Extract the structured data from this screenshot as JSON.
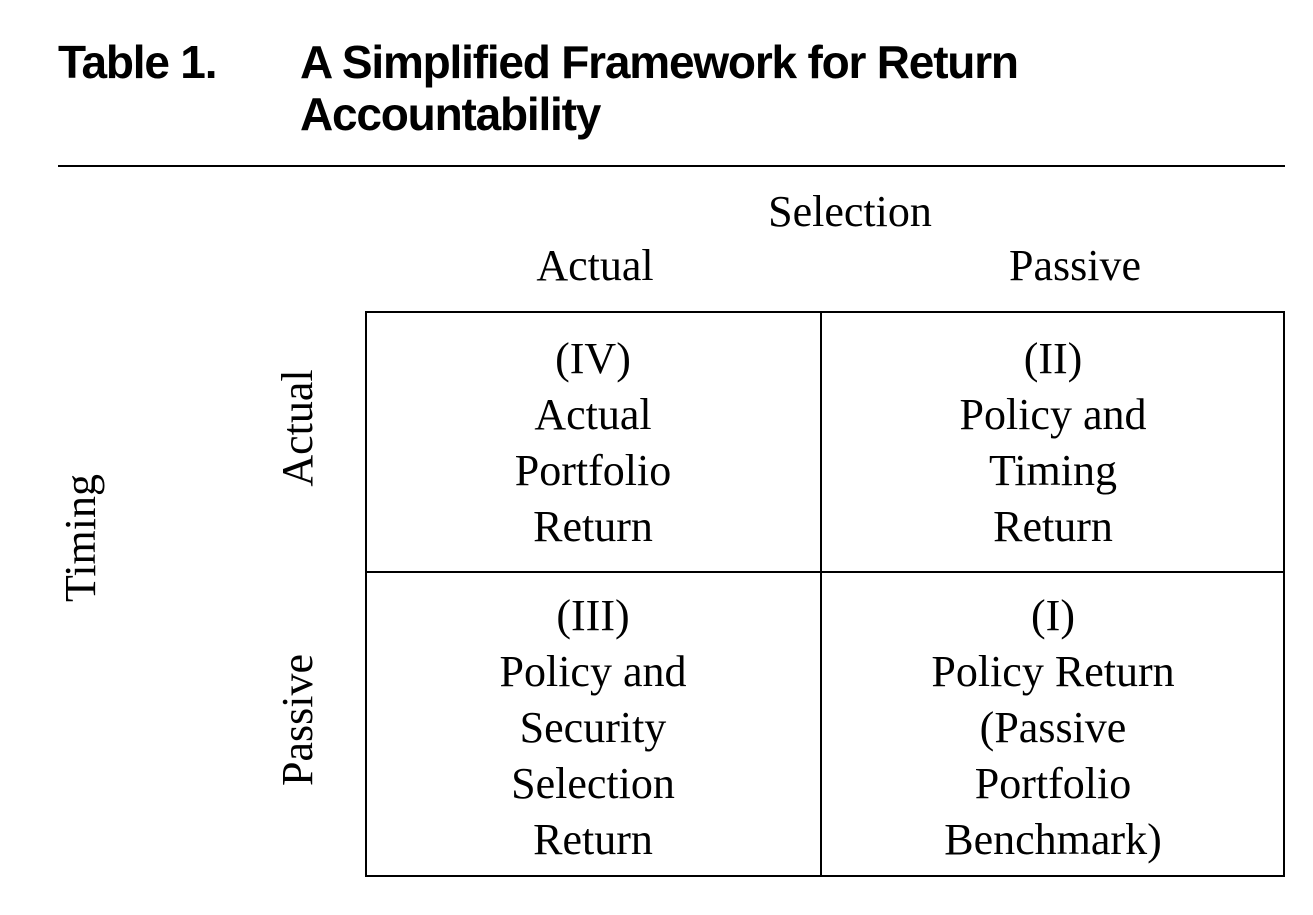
{
  "title": {
    "label": "Table 1.",
    "text": "A Simplified Framework for Return Accountability"
  },
  "headers": {
    "selection": "Selection",
    "columns": [
      "Actual",
      "Passive"
    ],
    "timing": "Timing",
    "rows": [
      "Actual",
      "Passive"
    ]
  },
  "cells": {
    "iv": [
      "(IV)",
      "Actual",
      "Portfolio",
      "Return"
    ],
    "ii": [
      "(II)",
      "Policy and",
      "Timing",
      "Return"
    ],
    "iii": [
      "(III)",
      "Policy and",
      "Security",
      "Selection",
      "Return"
    ],
    "i": [
      "(I)",
      "Policy Return",
      "(Passive",
      "Portfolio",
      "Benchmark)"
    ]
  }
}
